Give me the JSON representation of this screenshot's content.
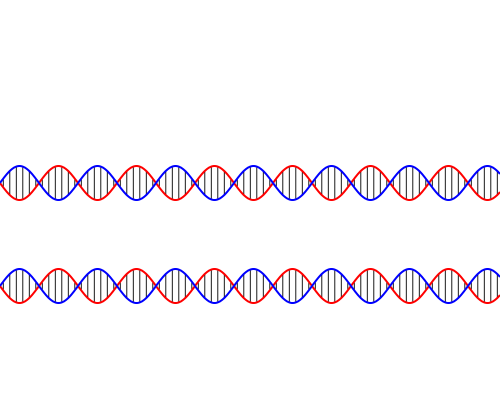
{
  "diagram": {
    "subject": "double-helix",
    "helix_count": 2,
    "colors": {
      "background": "#ffffff",
      "strand_a": "#0000ff",
      "strand_b": "#ff0000",
      "rung": "#000000"
    },
    "rungs_per_period": 12,
    "periods_visible": 6.4
  }
}
